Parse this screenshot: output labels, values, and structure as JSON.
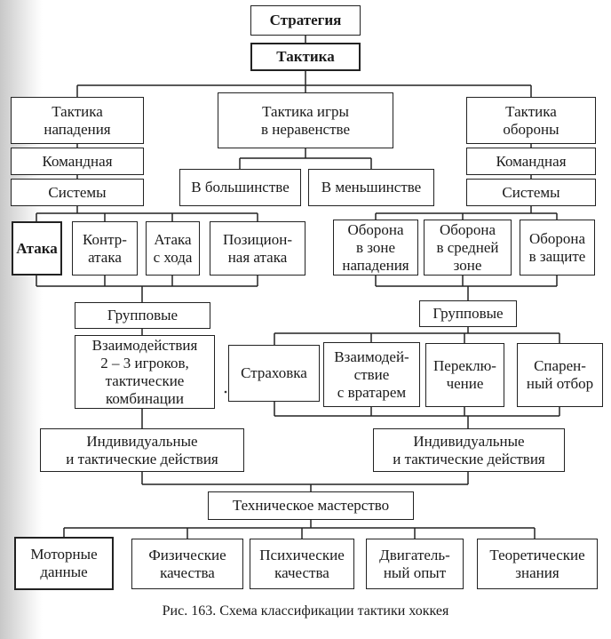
{
  "strategy": "Стратегия",
  "tactics": "Тактика",
  "attack_tactics": "Тактика\nнападения",
  "unequal_tactics": "Тактика игры\nв неравенстве",
  "defense_tactics": "Тактика\nобороны",
  "attack_team": "Командная",
  "attack_systems": "Системы",
  "majority": "В большинстве",
  "minority": "В меньшинстве",
  "defense_team": "Командная",
  "defense_systems": "Системы",
  "attack": "Атака",
  "counter_attack": "Контр-\nатака",
  "attack_on_move": "Атака\nс хода",
  "positional_attack": "Позицион-\nная атака",
  "defense_attack_zone": "Оборона\nв зоне\nнападения",
  "defense_middle_zone": "Оборона\nв средней\nзоне",
  "defense_in_defense": "Оборона\nв защите",
  "attack_group": "Групповые",
  "defense_group": "Групповые",
  "interactions": "Взаимодействия\n2 – 3 игроков,\nтактические\nкомбинации",
  "insurance": "Страховка",
  "goalie_interaction": "Взаимодей-\nствие\nс вратарем",
  "switching": "Переклю-\nчение",
  "double_tackle": "Спарен-\nный отбор",
  "attack_individual": "Индивидуальные\nи тактические действия",
  "defense_individual": "Индивидуальные\nи тактические действия",
  "technical_skill": "Техническое мастерство",
  "motor_data": "Моторные\nданные",
  "physical_qualities": "Физические\nкачества",
  "mental_qualities": "Психические\nкачества",
  "motor_experience": "Двигатель-\nный опыт",
  "theoretical_knowledge": "Теоретические\nзнания",
  "caption": "Рис. 163. Схема классификации тактики хоккея"
}
